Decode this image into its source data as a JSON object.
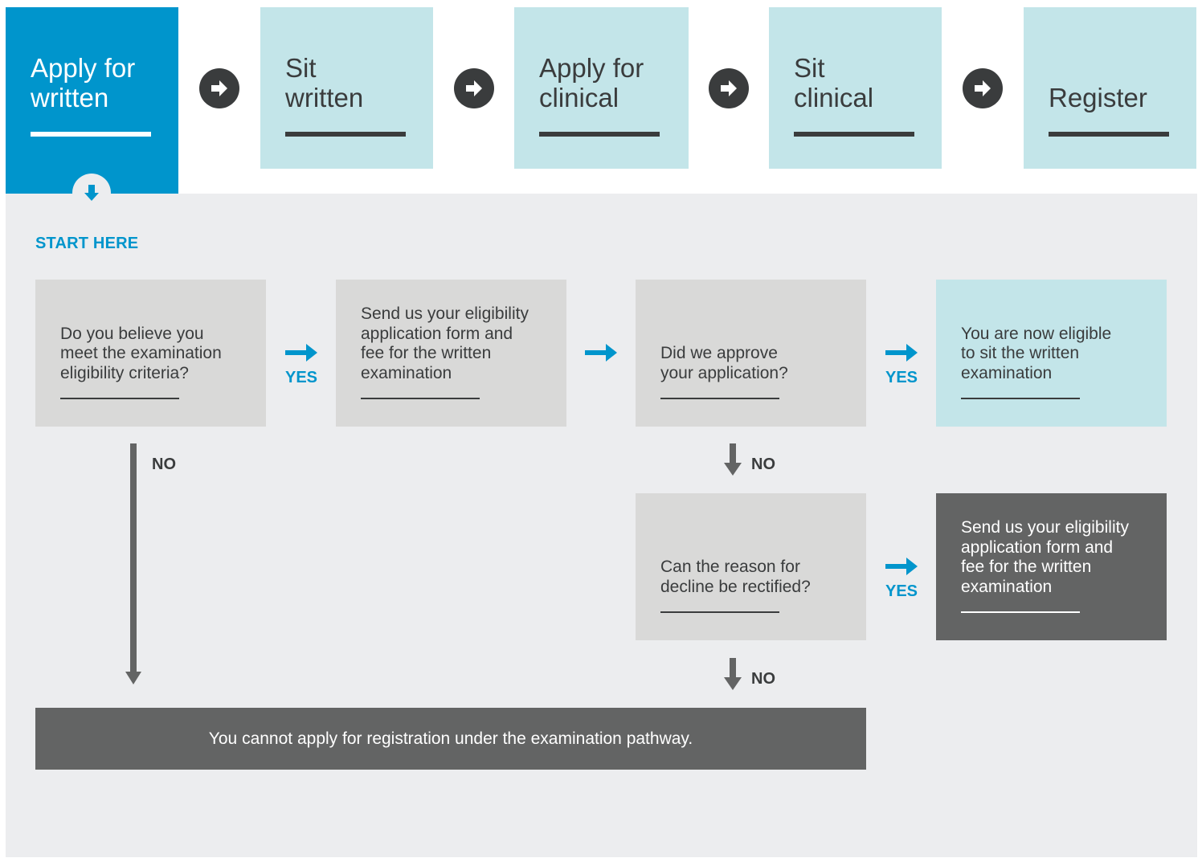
{
  "steps": [
    {
      "label": "Apply for\nwritten",
      "active": true
    },
    {
      "label": "Sit\nwritten",
      "active": false
    },
    {
      "label": "Apply for\nclinical",
      "active": false
    },
    {
      "label": "Sit\nclinical",
      "active": false
    },
    {
      "label": "Register",
      "active": false
    }
  ],
  "start_label": "START HERE",
  "boxes": {
    "eligibility_question": "Do you believe you\nmeet the examination\neligibility criteria?",
    "send_form": "Send us your eligibility\napplication form and\nfee for the written\nexamination",
    "approved_question": "Did we approve\nyour application?",
    "now_eligible": "You are now eligible\nto sit the written\nexamination",
    "rectify_question": "Can the reason for\ndecline be rectified?",
    "send_form_again": "Send us your eligibility\napplication form and\nfee for the written\nexamination"
  },
  "connectors": {
    "yes": "YES",
    "no": "NO"
  },
  "final_message": "You cannot apply for registration under the examination pathway.",
  "colors": {
    "blue": "#0095cc",
    "teal": "#c3e5e9",
    "grey_box": "#d9d9d8",
    "dark_box": "#636464",
    "panel": "#ecedef",
    "text_dark": "#3a3c3d"
  }
}
